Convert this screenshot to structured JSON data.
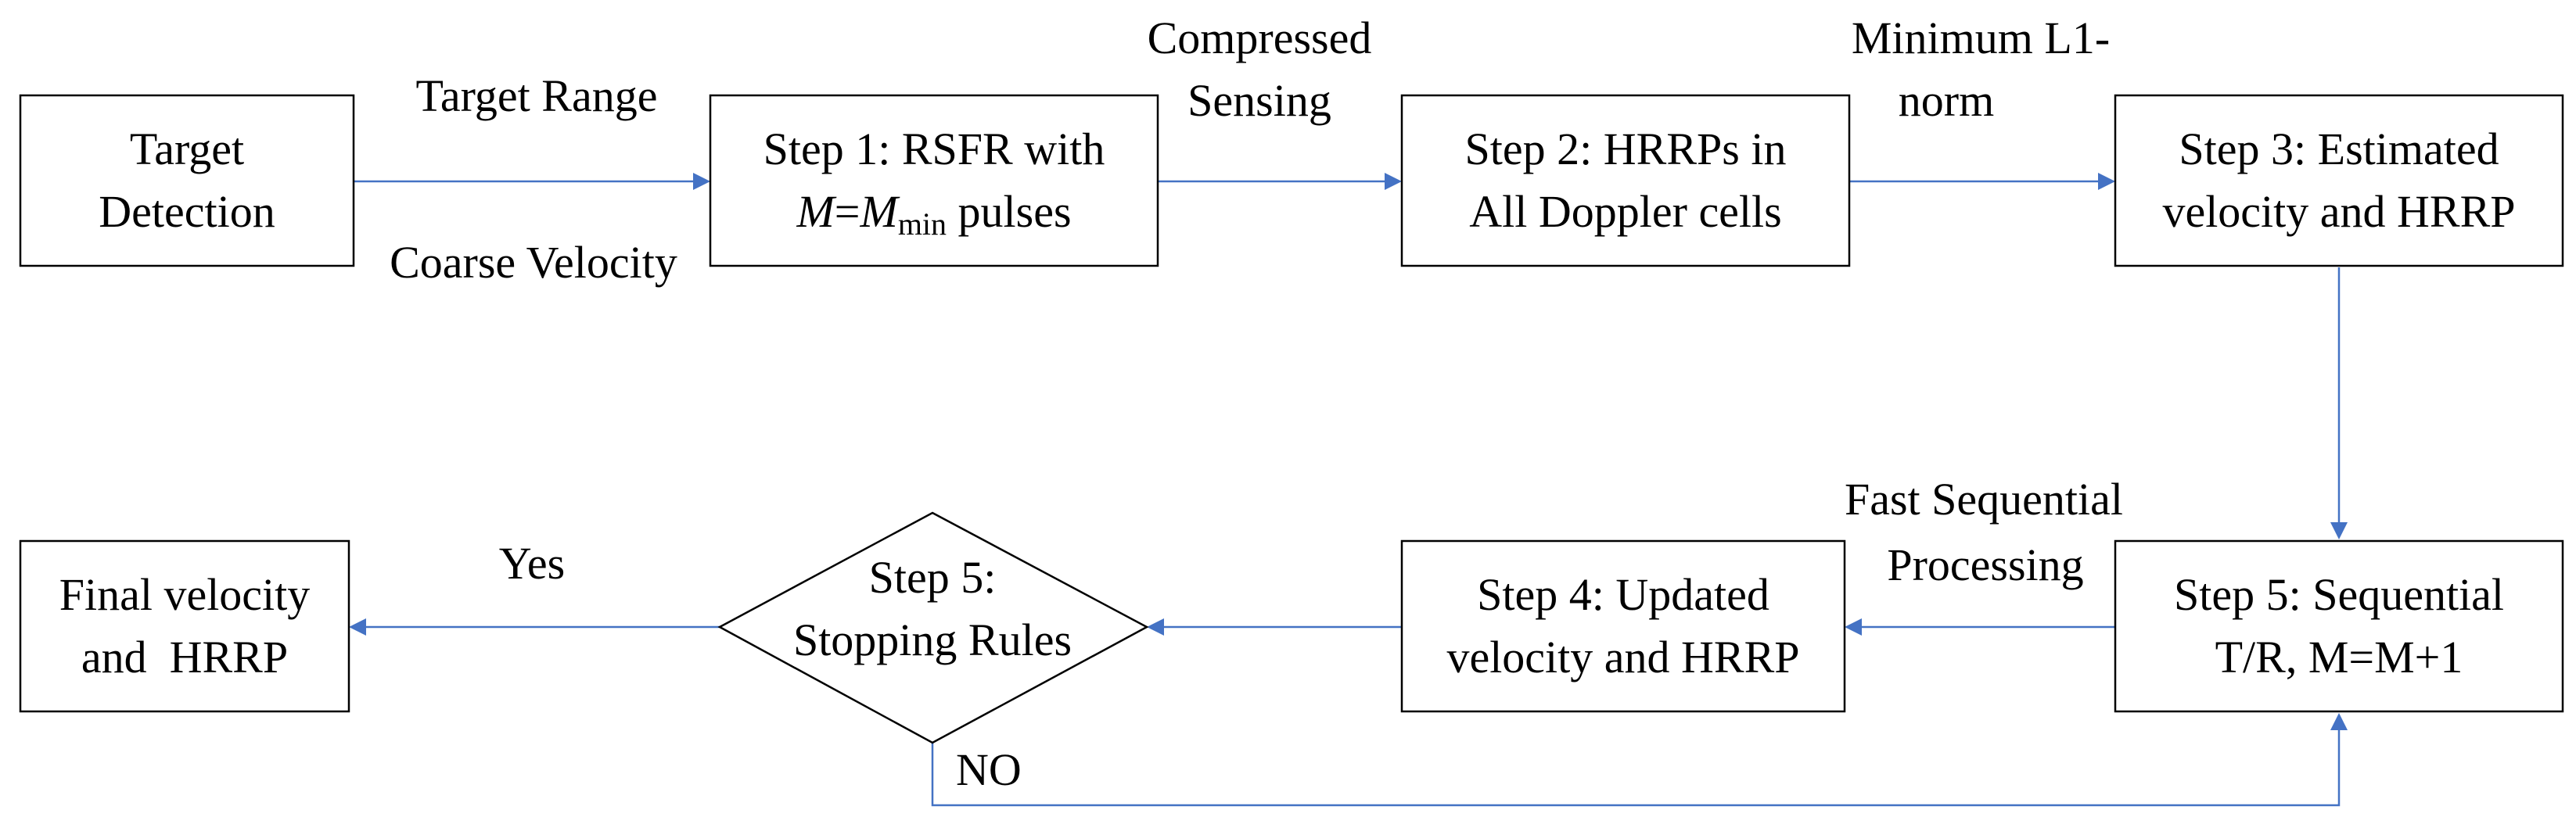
{
  "colors": {
    "connector": "#4472c4",
    "box_border": "#000000",
    "text": "#000000",
    "background": "#ffffff"
  },
  "nodes": {
    "target_detection": {
      "line1": "Target",
      "line2": "Detection"
    },
    "step1": {
      "line1": "Step 1: RSFR with",
      "m": "M",
      "eq": "=",
      "m2": "M",
      "sub": "min",
      "rest": " pulses"
    },
    "step2": {
      "line1": "Step 2: HRRPs in",
      "line2": "All Doppler cells"
    },
    "step3": {
      "line1": "Step 3: Estimated",
      "line2": "velocity and HRRP"
    },
    "step5_seq": {
      "line1": "Step 5: Sequential",
      "line2": "T/R, M=M+1"
    },
    "step4": {
      "line1": "Step 4: Updated",
      "line2": "velocity and HRRP"
    },
    "step5_stop": {
      "line1": "Step 5:",
      "line2": "Stopping Rules"
    },
    "final": {
      "line1": "Final velocity",
      "line2": "and  HRRP"
    }
  },
  "edge_labels": {
    "target_range": "Target Range",
    "coarse_velocity": "Coarse Velocity",
    "cs_line1": "Compressed",
    "cs_line2": "Sensing",
    "l1_line1": "Minimum L1-",
    "l1_line2": "norm",
    "fsp_line1": "Fast Sequential",
    "fsp_line2": "Processing",
    "yes": "Yes",
    "no": "NO"
  }
}
